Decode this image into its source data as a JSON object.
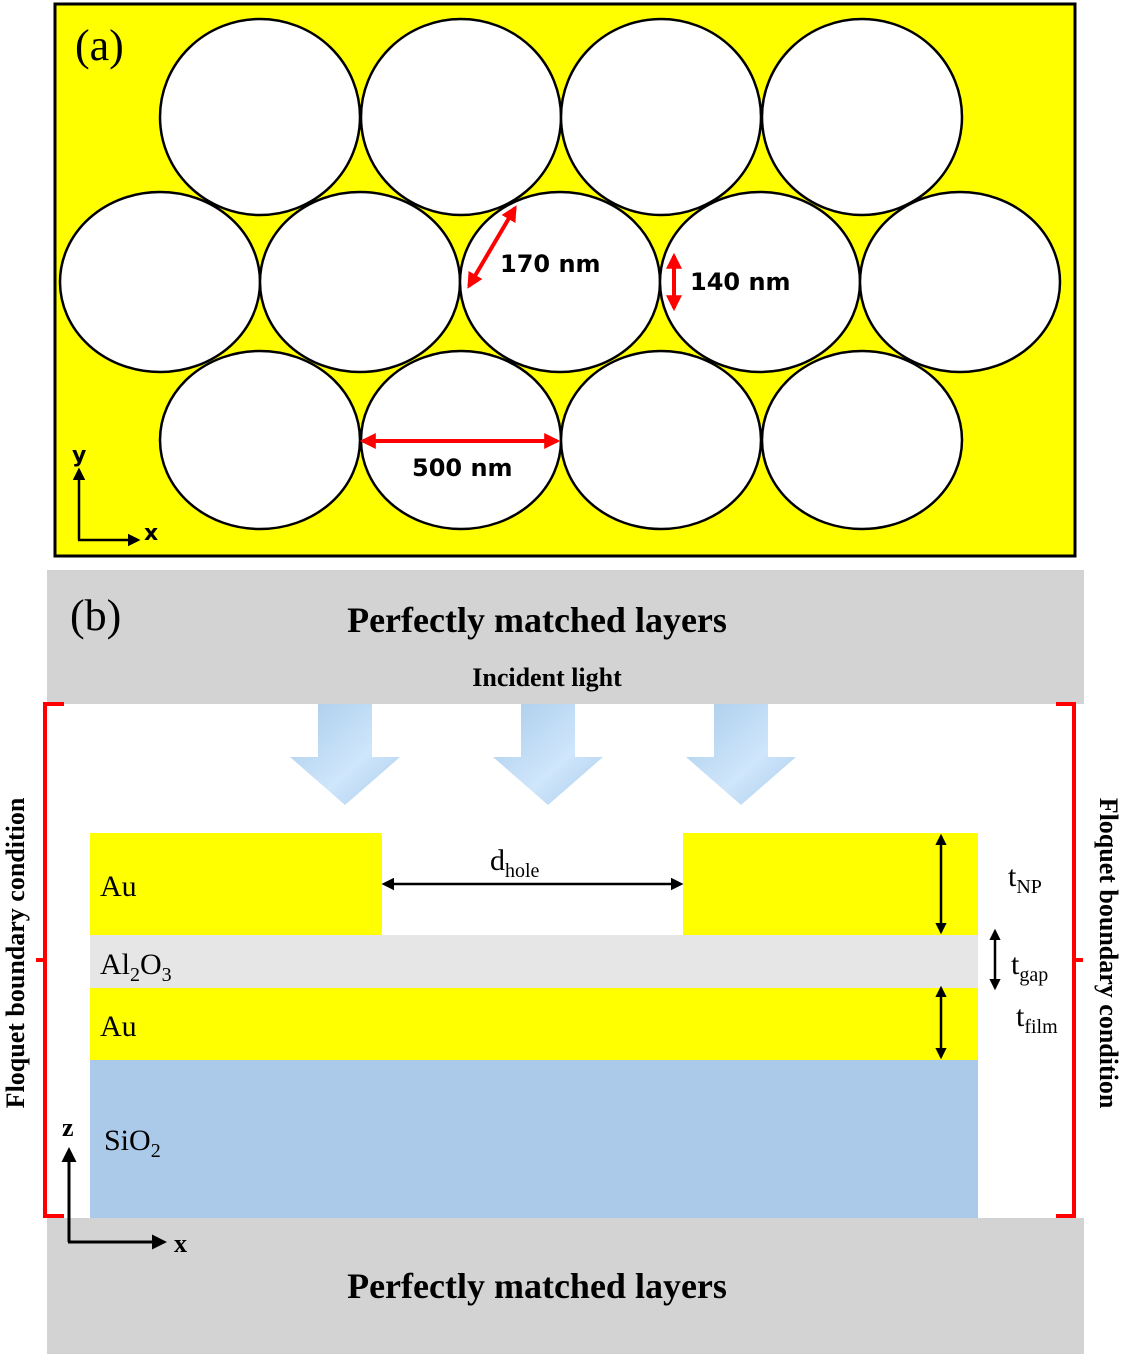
{
  "panel_a": {
    "label": "(a)",
    "colors": {
      "background": "#ffff00",
      "hole": "#ffffff",
      "outline": "#000000",
      "annotation": "#ff0000"
    },
    "annotations": {
      "diagonal_gap": "170 nm",
      "vertical_gap": "140 nm",
      "hole_diameter": "500 nm"
    },
    "axes": {
      "vertical": "y",
      "horizontal": "x"
    }
  },
  "panel_b": {
    "label": "(b)",
    "pml_top": "Perfectly matched layers",
    "pml_bottom": "Perfectly matched layers",
    "incident_light": "Incident light",
    "boundary_left": "Floquet boundary condition",
    "boundary_right": "Floquet boundary condition",
    "layers": {
      "top_au": "Au",
      "gap_prefix": "Al",
      "gap_sub1": "2",
      "gap_mid": "O",
      "gap_sub2": "3",
      "film_au": "Au",
      "substrate_prefix": "SiO",
      "substrate_sub": "2"
    },
    "dimensions": {
      "d_hole_main": "d",
      "d_hole_sub": "hole",
      "t_np_main": "t",
      "t_np_sub": "NP",
      "t_gap_main": "t",
      "t_gap_sub": "gap",
      "t_film_main": "t",
      "t_film_sub": "film"
    },
    "axes": {
      "vertical": "z",
      "horizontal": "x"
    },
    "colors": {
      "pml": "#d3d3d3",
      "gold": "#ffff00",
      "alumina": "#e6e6e6",
      "silica": "#abc9e8",
      "light_arrow": "#a8cbea",
      "bracket": "#ff0000"
    }
  }
}
